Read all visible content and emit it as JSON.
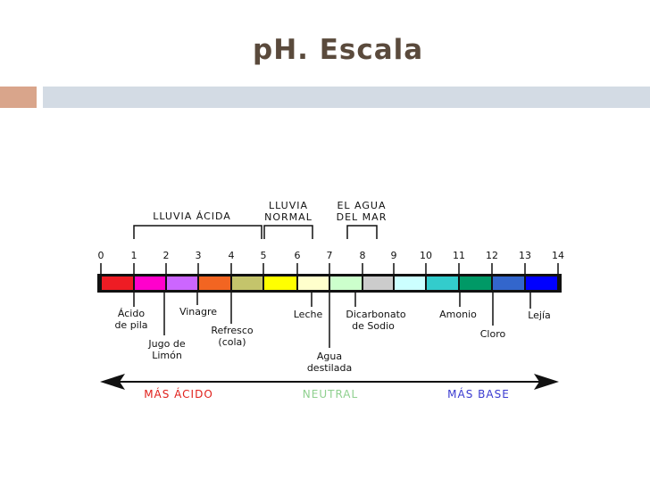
{
  "title": "pH. Escala",
  "scale": {
    "numbers": [
      "0",
      "1",
      "2",
      "3",
      "4",
      "5",
      "6",
      "7",
      "8",
      "9",
      "10",
      "11",
      "12",
      "13",
      "14"
    ],
    "colors": [
      "#ee1c24",
      "#ff00cc",
      "#cc66ff",
      "#f26522",
      "#c4c46b",
      "#ffff00",
      "#ffffcc",
      "#ccffcc",
      "#cccccc",
      "#ccffff",
      "#33cccc",
      "#009966",
      "#3366cc",
      "#0000ff"
    ]
  },
  "brackets": {
    "acid_rain": "LLUVIA ÁCIDA",
    "normal_rain_l1": "LLUVIA",
    "normal_rain_l2": "NORMAL",
    "sea_l1": "EL AGUA",
    "sea_l2": "DEL MAR"
  },
  "substances": {
    "acido_l1": "Ácido",
    "acido_l2": "de pila",
    "jugo_l1": "Jugo de",
    "jugo_l2": "Limón",
    "vinagre": "Vinagre",
    "refresco_l1": "Refresco",
    "refresco_l2": "(cola)",
    "leche": "Leche",
    "agua_l1": "Agua",
    "agua_l2": "destilada",
    "bicarbonato_l1": "Dicarbonato",
    "bicarbonato_l2": "de Sodio",
    "amonio": "Amonio",
    "cloro": "Cloro",
    "lejia": "Lejía"
  },
  "axis": {
    "acid": "MÁS ÁCIDO",
    "neutral": "NEUTRAL",
    "base": "MÁS BASE",
    "acid_color": "#e0201b",
    "neutral_color": "#8fd08f",
    "base_color": "#3a3ad0"
  }
}
